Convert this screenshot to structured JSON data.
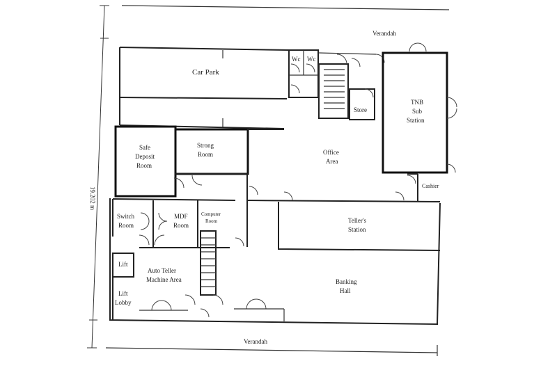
{
  "labels": {
    "verandah_top": "Verandah",
    "verandah_bottom": "Verandah",
    "dimension": "19.202 m",
    "car_park": "Car Park",
    "wc1": "Wc",
    "wc2": "Wc",
    "tnb_l1": "TNB",
    "tnb_l2": "Sub",
    "tnb_l3": "Station",
    "store": "Store",
    "safe_l1": "Safe",
    "safe_l2": "Deposit",
    "safe_l3": "Room",
    "strong_l1": "Strong",
    "strong_l2": "Room",
    "office_l1": "Office",
    "office_l2": "Area",
    "cashier": "Cashier",
    "switch_l1": "Switch",
    "switch_l2": "Room",
    "mdf_l1": "MDF",
    "mdf_l2": "Room",
    "computer_l1": "Computer",
    "computer_l2": "Room",
    "teller_l1": "Teller's",
    "teller_l2": "Station",
    "lift": "Lift",
    "ateller_l1": "Auto Teller",
    "ateller_l2": "Machine Area",
    "lobby_l1": "Lift",
    "lobby_l2": "Lobby",
    "banking_l1": "Banking",
    "banking_l2": "Hall"
  }
}
